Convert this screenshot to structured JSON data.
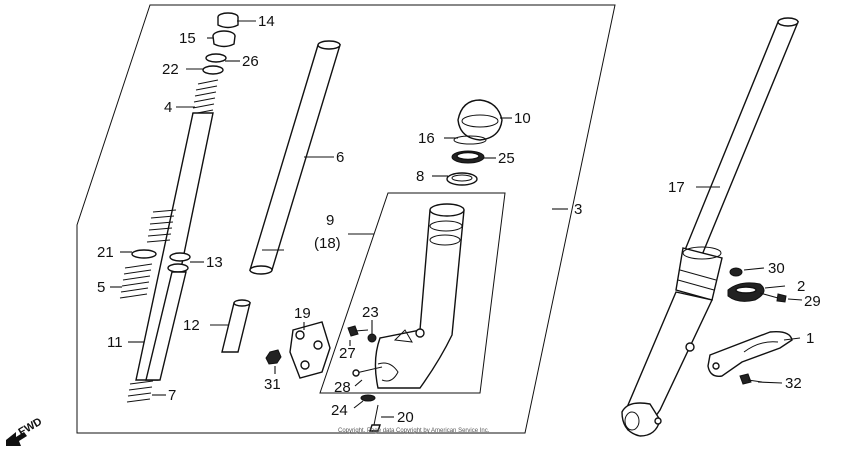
{
  "labels": {
    "p1": "1",
    "p2": "2",
    "p3": "3",
    "p4": "4",
    "p5": "5",
    "p6": "6",
    "p7": "7",
    "p8": "8",
    "p9": "9",
    "p9b": "(18)",
    "p10": "10",
    "p11": "11",
    "p12": "12",
    "p13": "13",
    "p14": "14",
    "p15": "15",
    "p16": "16",
    "p17": "17",
    "p19": "19",
    "p20": "20",
    "p21": "21",
    "p22": "22",
    "p23": "23",
    "p24": "24",
    "p25": "25",
    "p26": "26",
    "p27": "27",
    "p28": "28",
    "p29": "29",
    "p30": "30",
    "p31": "31",
    "p32": "32"
  },
  "direction_label": "FWD",
  "copyright": "Copyright. Page data Copyright by American Service Inc."
}
